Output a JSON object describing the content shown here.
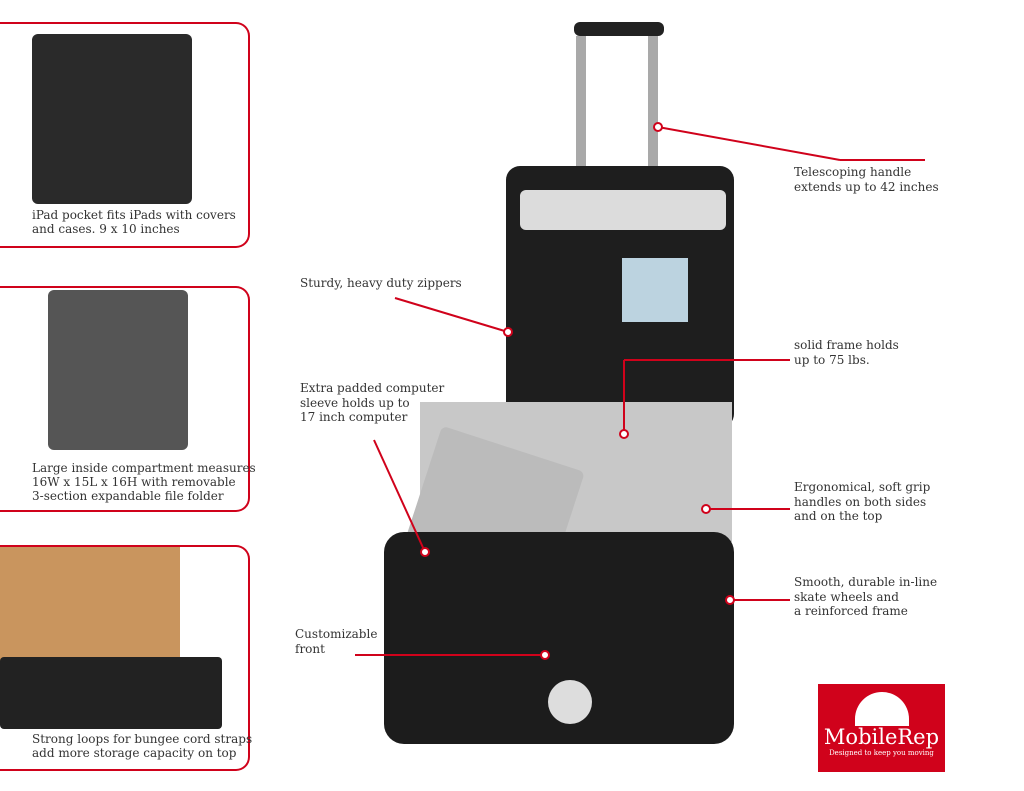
{
  "panels": [
    {
      "caption": "iPad pocket fits iPads with covers\nand cases. 9 x 10 inches"
    },
    {
      "caption": "Large inside compartment measures\n16W x 15L x 16H with removable\n3-section expandable file folder"
    },
    {
      "caption": "Strong loops for bungee cord straps\nadd more storage capacity on top"
    }
  ],
  "callouts": {
    "handle": "Telescoping handle\nextends up to 42 inches",
    "zippers": "Sturdy, heavy duty zippers",
    "frame": "solid frame holds\nup to 75 lbs.",
    "sleeve": "Extra padded computer\nsleeve holds up to\n17 inch computer",
    "grip": "Ergonomical, soft grip\nhandles on both sides\nand on the top",
    "wheels": "Smooth, durable in-line\nskate wheels and\na reinforced frame",
    "front": "Customizable\nfront"
  },
  "logo": {
    "brand_first": "Mobile",
    "brand_second": "Rep",
    "tagline": "Designed to keep you moving"
  },
  "colors": {
    "accent": "#d0021b"
  }
}
